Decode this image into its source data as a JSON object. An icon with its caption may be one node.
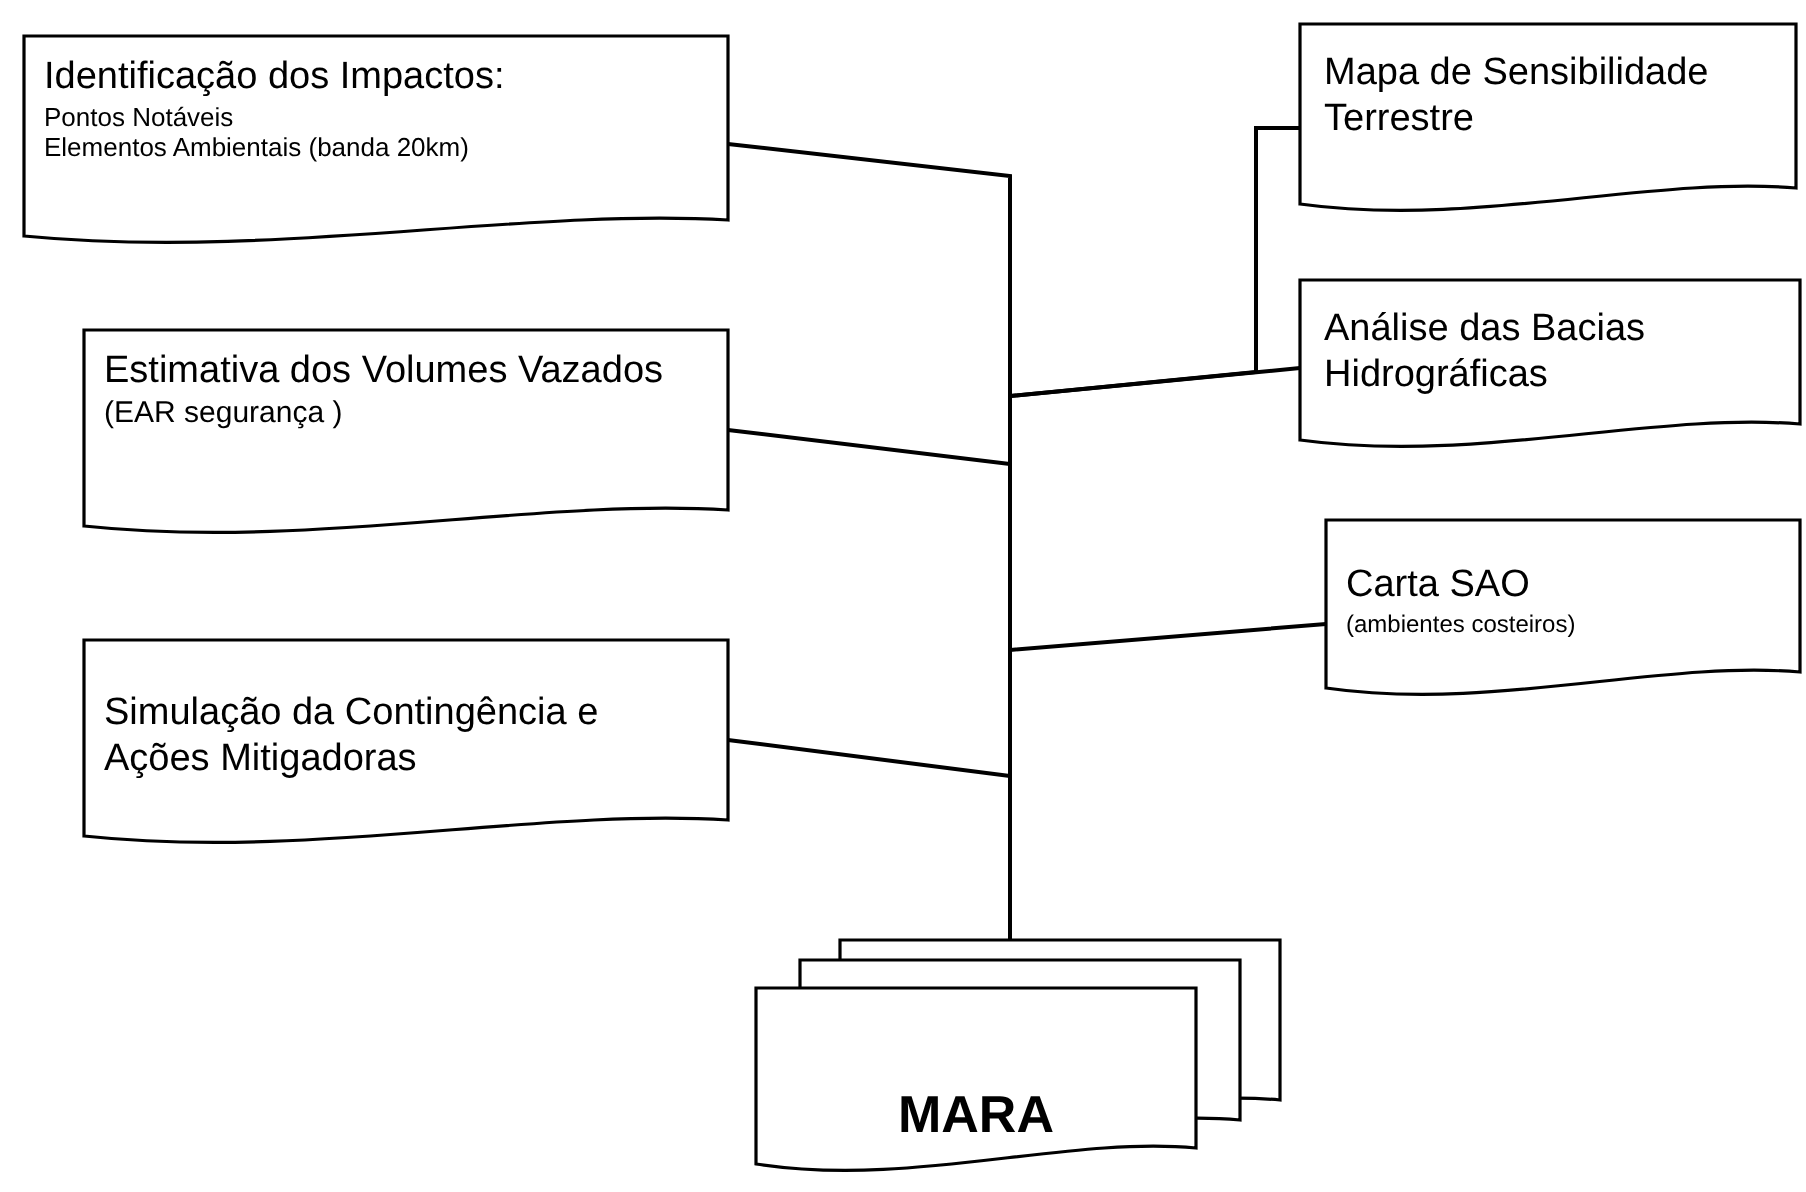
{
  "diagram": {
    "nodes": [
      {
        "text": [
          "Identificação dos Impactos:",
          "Pontos Notáveis",
          "Elementos Ambientais (banda 20km)"
        ]
      },
      {
        "text": [
          "Mapa de Sensibilidade Terrestre"
        ]
      },
      {
        "text": [
          "Estimativa dos Volumes Vazados",
          "(EAR segurança )"
        ]
      },
      {
        "text": [
          "Análise das Bacias Hidrográficas"
        ]
      },
      {
        "text": [
          "Carta SAO",
          "(ambientes costeiros)"
        ]
      },
      {
        "text": [
          "Simulação da Contingência e Ações Mitigadoras"
        ]
      },
      {
        "text": [
          "MARA"
        ]
      }
    ],
    "edges": [
      {
        "from": 0,
        "to": 6,
        "arrow": "none"
      },
      {
        "from": 1,
        "to": 6,
        "arrow": "none"
      },
      {
        "from": 2,
        "to": 6,
        "arrow": "none"
      },
      {
        "from": 3,
        "to": 6,
        "arrow": "none"
      },
      {
        "from": 4,
        "to": 6,
        "arrow": "none"
      },
      {
        "from": 5,
        "to": 6,
        "arrow": "none"
      }
    ]
  }
}
